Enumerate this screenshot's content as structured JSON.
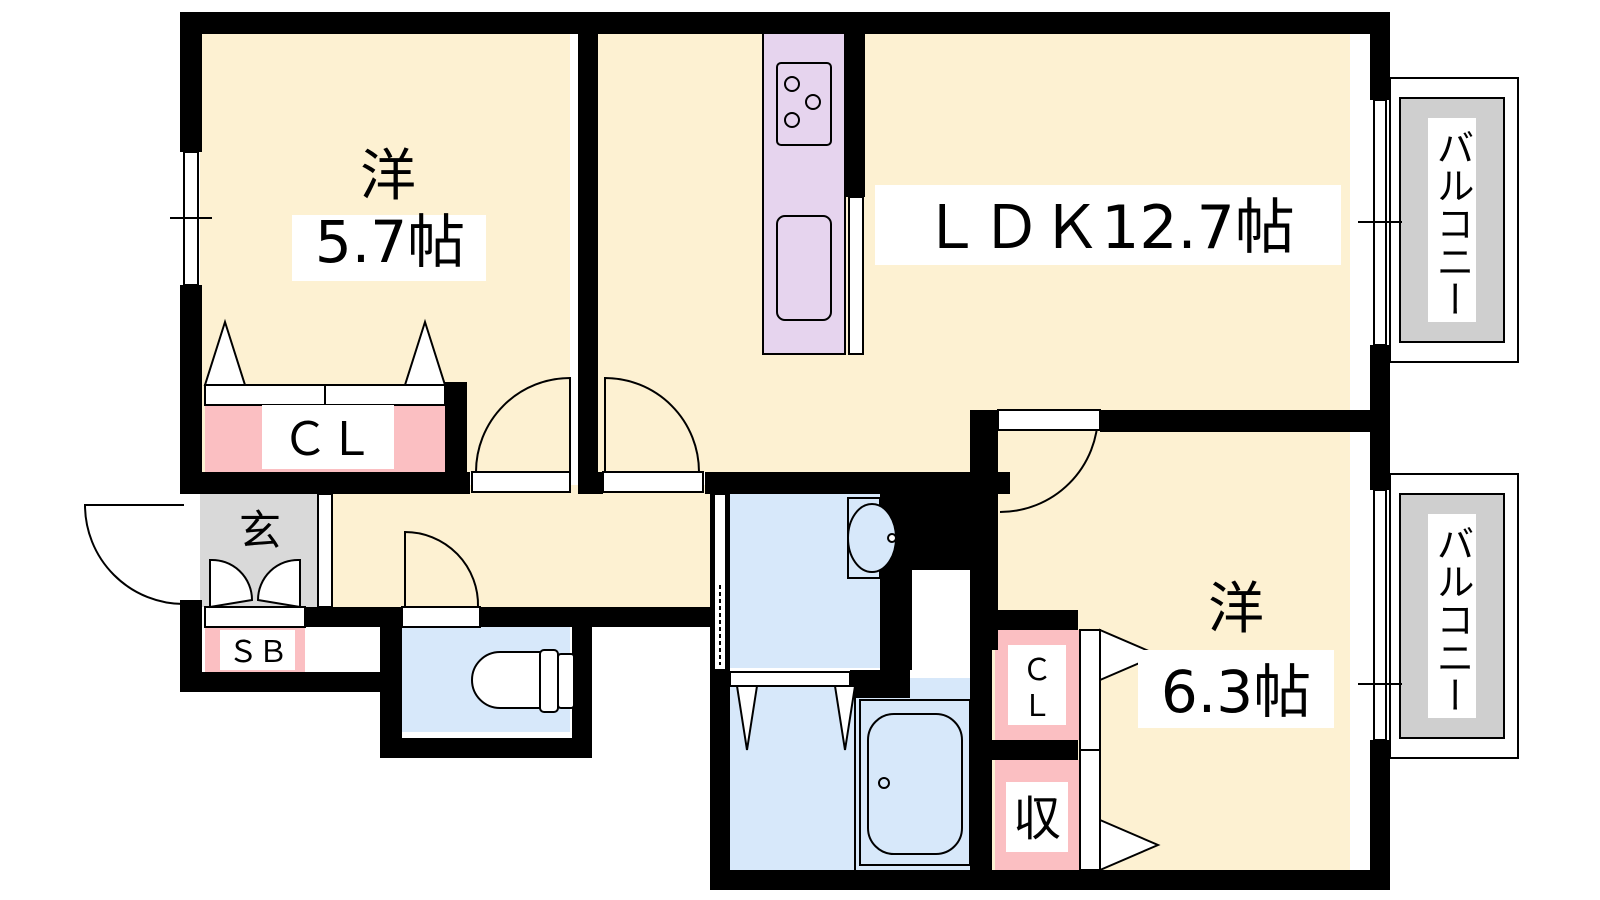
{
  "colors": {
    "room_floor": "#fdf1d2",
    "wet_area": "#d7e8fa",
    "storage": "#fbbfc2",
    "kitchen": "#e6d4ee",
    "entrance": "#d9d9d9",
    "balcony": "#cfcfcf",
    "wall": "#000000"
  },
  "rooms": {
    "western_room_1": {
      "kanji": "洋",
      "size": "5.7帖"
    },
    "ldk": {
      "label": "ＬＤＫ12.7帖"
    },
    "western_room_2": {
      "kanji": "洋",
      "size": "6.3帖"
    }
  },
  "storage": {
    "closet_1": "ＣＬ",
    "closet_2_top": "Ｃ",
    "closet_2_bottom": "Ｌ",
    "shoe_box": "ＳＢ",
    "closet_3": "収"
  },
  "entrance": {
    "label": "玄"
  },
  "balconies": [
    {
      "label": "バルコニー"
    },
    {
      "label": "バルコニー"
    }
  ]
}
